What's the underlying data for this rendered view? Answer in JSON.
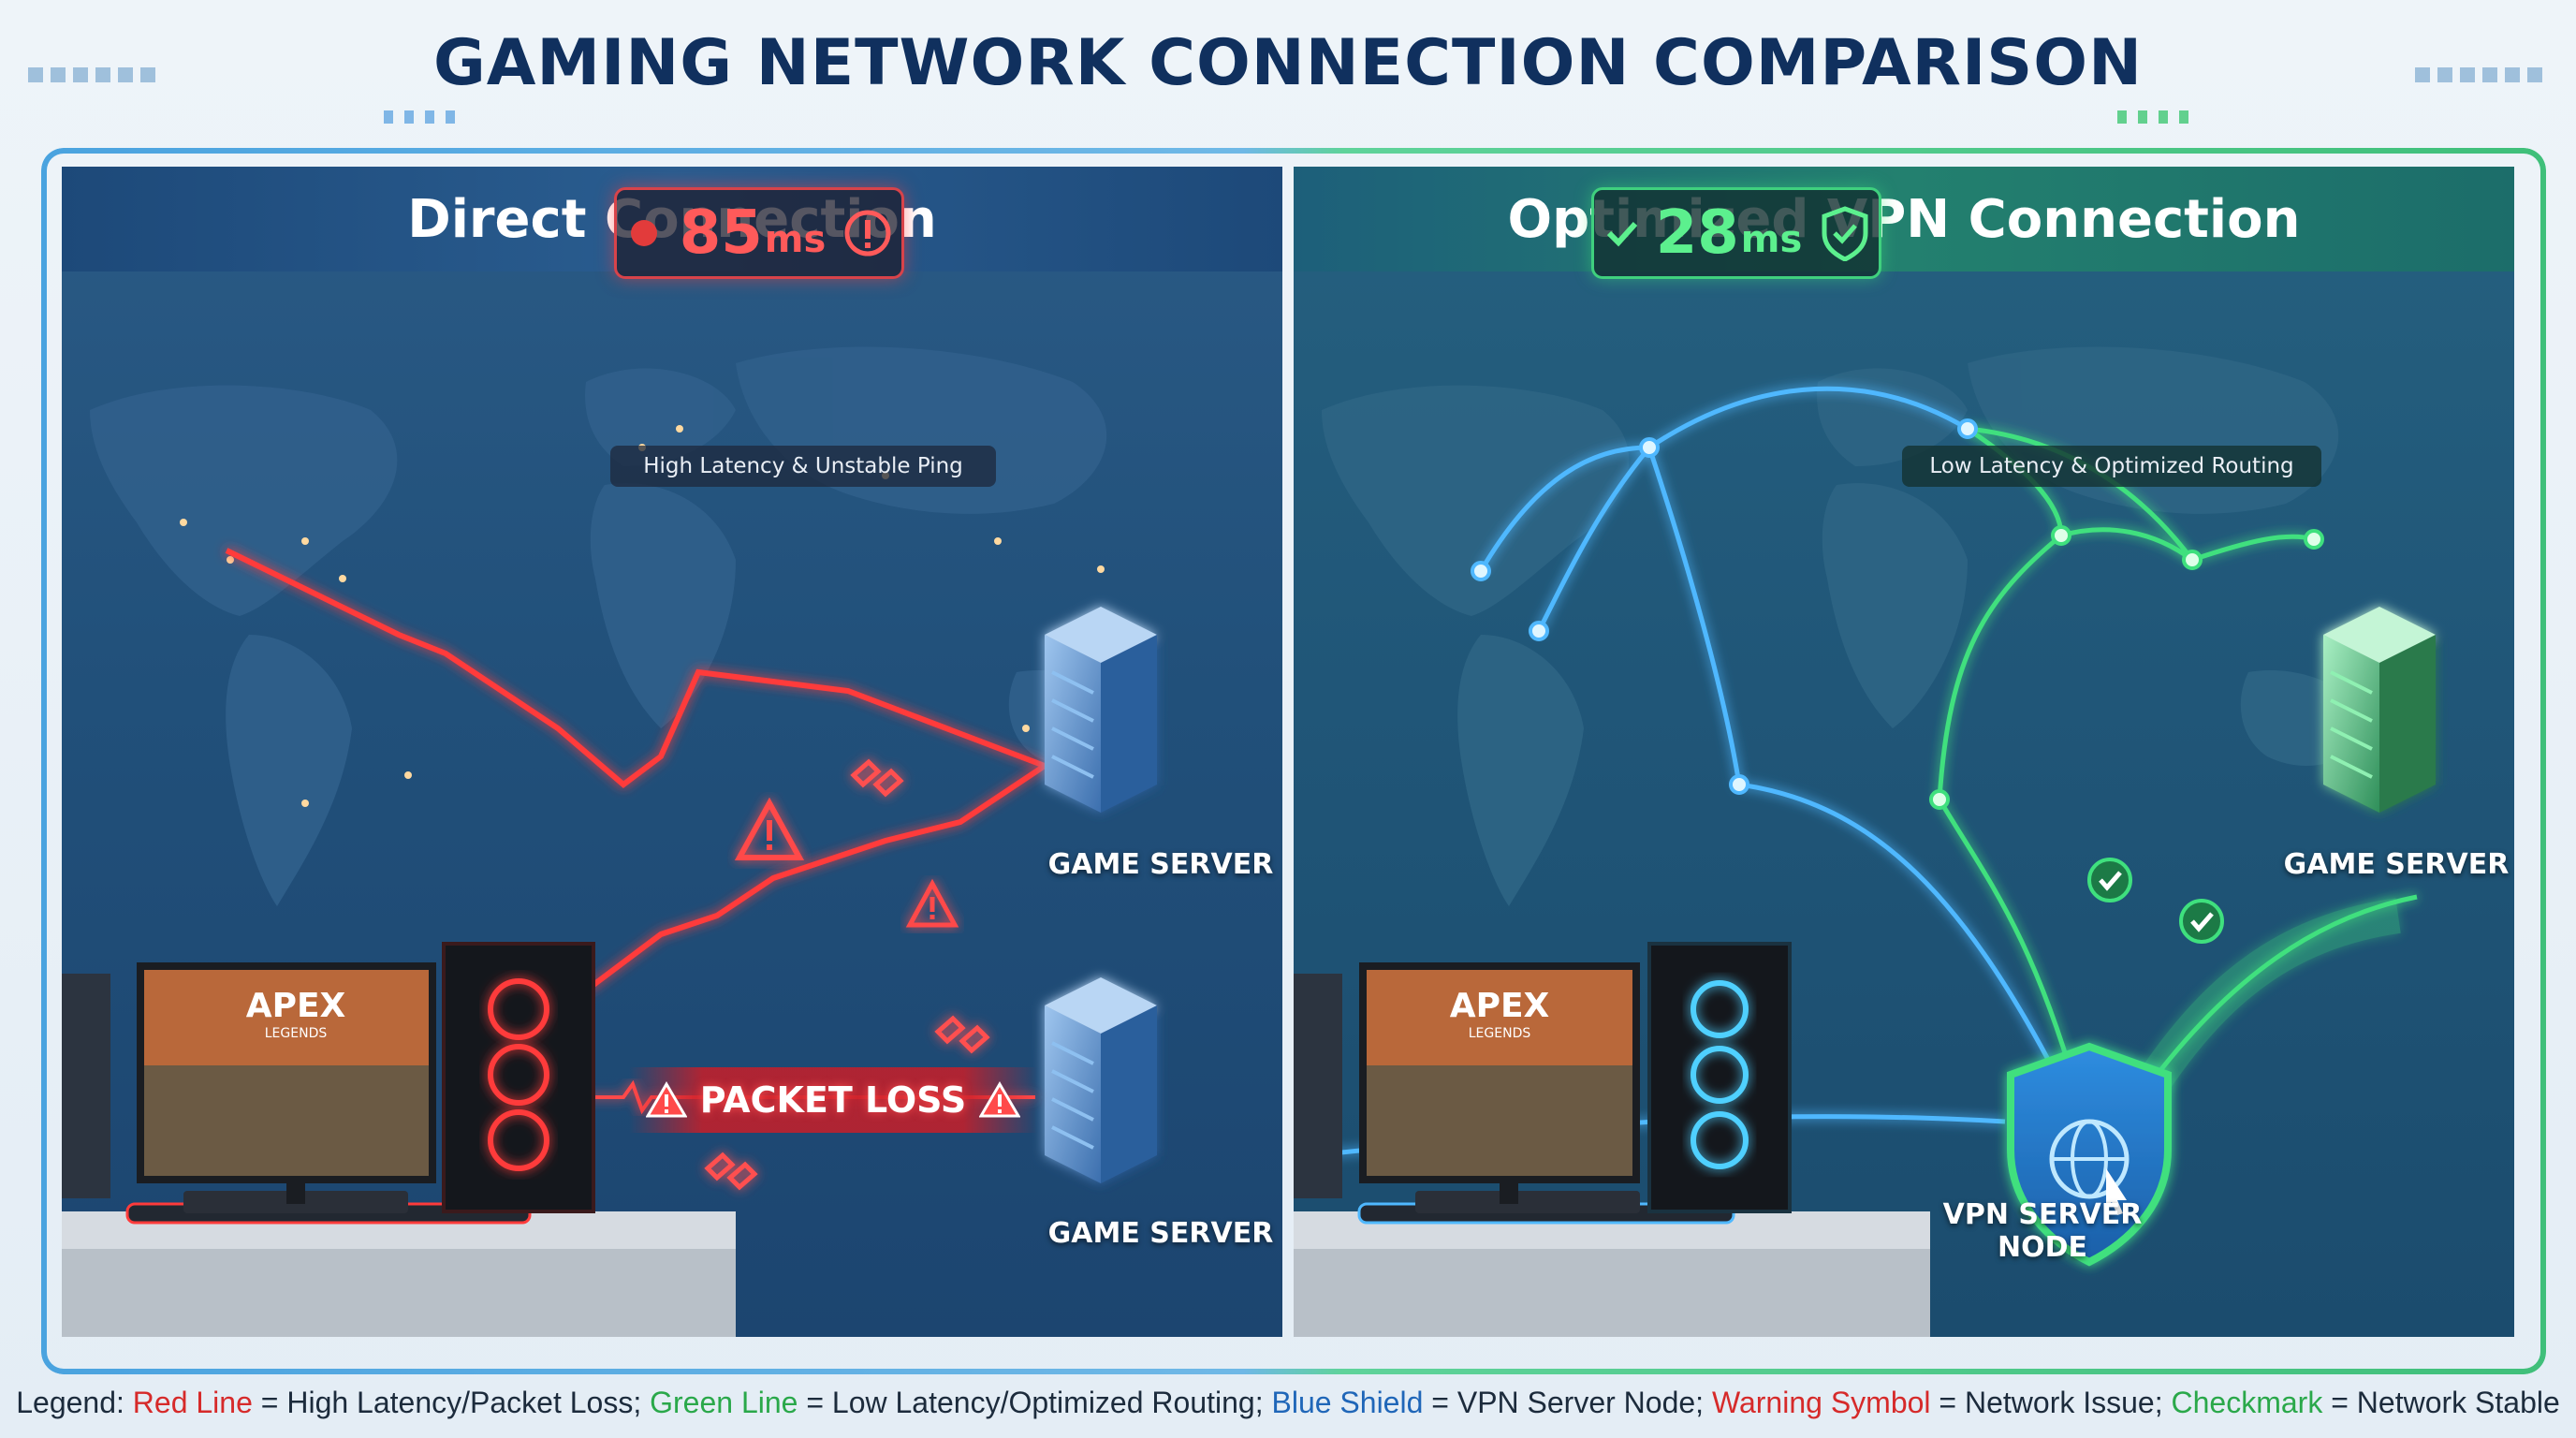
{
  "title": "GAMING NETWORK CONNECTION COMPARISON",
  "panels": {
    "left": {
      "heading": "Direct Connection",
      "latency_value": "85",
      "latency_unit": "ms",
      "latency_caption": "High Latency & Unstable Ping",
      "server_label_top": "GAME SERVER",
      "server_label_bottom": "GAME SERVER",
      "packet_loss_label": "PACKET LOSS",
      "screen_text": "APEX",
      "screen_subtext": "LEGENDS"
    },
    "right": {
      "heading": "Optimized VPN Connection",
      "latency_value": "28",
      "latency_unit": "ms",
      "latency_caption": "Low Latency & Optimized Routing",
      "server_label": "GAME SERVER",
      "vpn_label_line1": "VPN SERVER",
      "vpn_label_line2": "NODE",
      "screen_text": "APEX",
      "screen_subtext": "LEGENDS"
    }
  },
  "legend": {
    "red_term": "Red Line",
    "red_desc": " = High Latency/Packet Loss; ",
    "green_term": "Green Line",
    "green_desc": " = Low Latency/Optimized Routing; ",
    "blue_term": "Blue Shield",
    "blue_desc": " = VPN Server Node; ",
    "warning_term": "Warning Symbol",
    "warning_desc": " = Network Issue; ",
    "check_term": "Checkmark",
    "check_desc": " = Network Stable",
    "prefix": "Legend: "
  },
  "colors": {
    "title": "#10305e",
    "bad": "#ff3b3b",
    "good": "#3fe07e",
    "vpn_blue": "#4fb8ff",
    "panel_bg": "#21507a"
  },
  "icons": {
    "latency_bad": "alert-circle-icon",
    "latency_good": "shield-check-icon",
    "warning": "warning-triangle-icon",
    "check": "check-circle-icon",
    "server": "server-rack-icon",
    "vpn": "shield-globe-icon"
  }
}
